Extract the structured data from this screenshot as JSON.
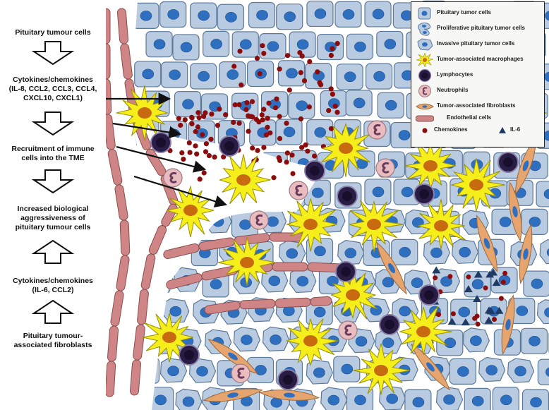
{
  "flow": {
    "steps": [
      "Pituitary tumour cells",
      "Cytokines/chemokines\n(IL-8, CCL2, CCL3, CCL4,\nCXCL10, CXCL1)",
      "Recruitment of immune\ncells into the TME",
      "Increased biological\naggressiveness of\npituitary tumour cells",
      "Cytokines/chemokines\n(IL-6, CCL2)",
      "Pituitary tumour-\nassociated fibroblasts"
    ]
  },
  "legend": {
    "items": [
      {
        "label": "Pituitary tumor cells",
        "icon": "tumor-cell-icon"
      },
      {
        "label": "Proliferative pituitary tumor cells",
        "icon": "proliferative-cell-icon"
      },
      {
        "label": "Invasive pituitary tumor cells",
        "icon": "invasive-cell-icon"
      },
      {
        "label": "Tumor-associated macrophages",
        "icon": "macrophage-icon"
      },
      {
        "label": "Lymphocytes",
        "icon": "lymphocyte-icon"
      },
      {
        "label": "Neutrophils",
        "icon": "neutrophil-icon"
      },
      {
        "label": "Tumor-associated fibroblasts",
        "icon": "fibroblast-icon"
      },
      {
        "label": "Endothelial cells",
        "icon": "endothelial-icon"
      },
      {
        "label": "Chemokines",
        "icon": "chemokine-icon"
      },
      {
        "label": "IL-6",
        "icon": "il6-icon"
      }
    ]
  },
  "colors": {
    "tumor_fill": "#b9cbe0",
    "tumor_stroke": "#5c7899",
    "nucleus": "#2f6fc0",
    "macrophage": "#f5ee1a",
    "macrophage_nucleus": "#c86a10",
    "lymphocyte": "#2a1d45",
    "neutrophil": "#e9bcc0",
    "fibroblast": "#e6a56f",
    "endothelial": "#cf8585",
    "chemokine": "#8b0c0c",
    "il6": "#1f3a64"
  }
}
